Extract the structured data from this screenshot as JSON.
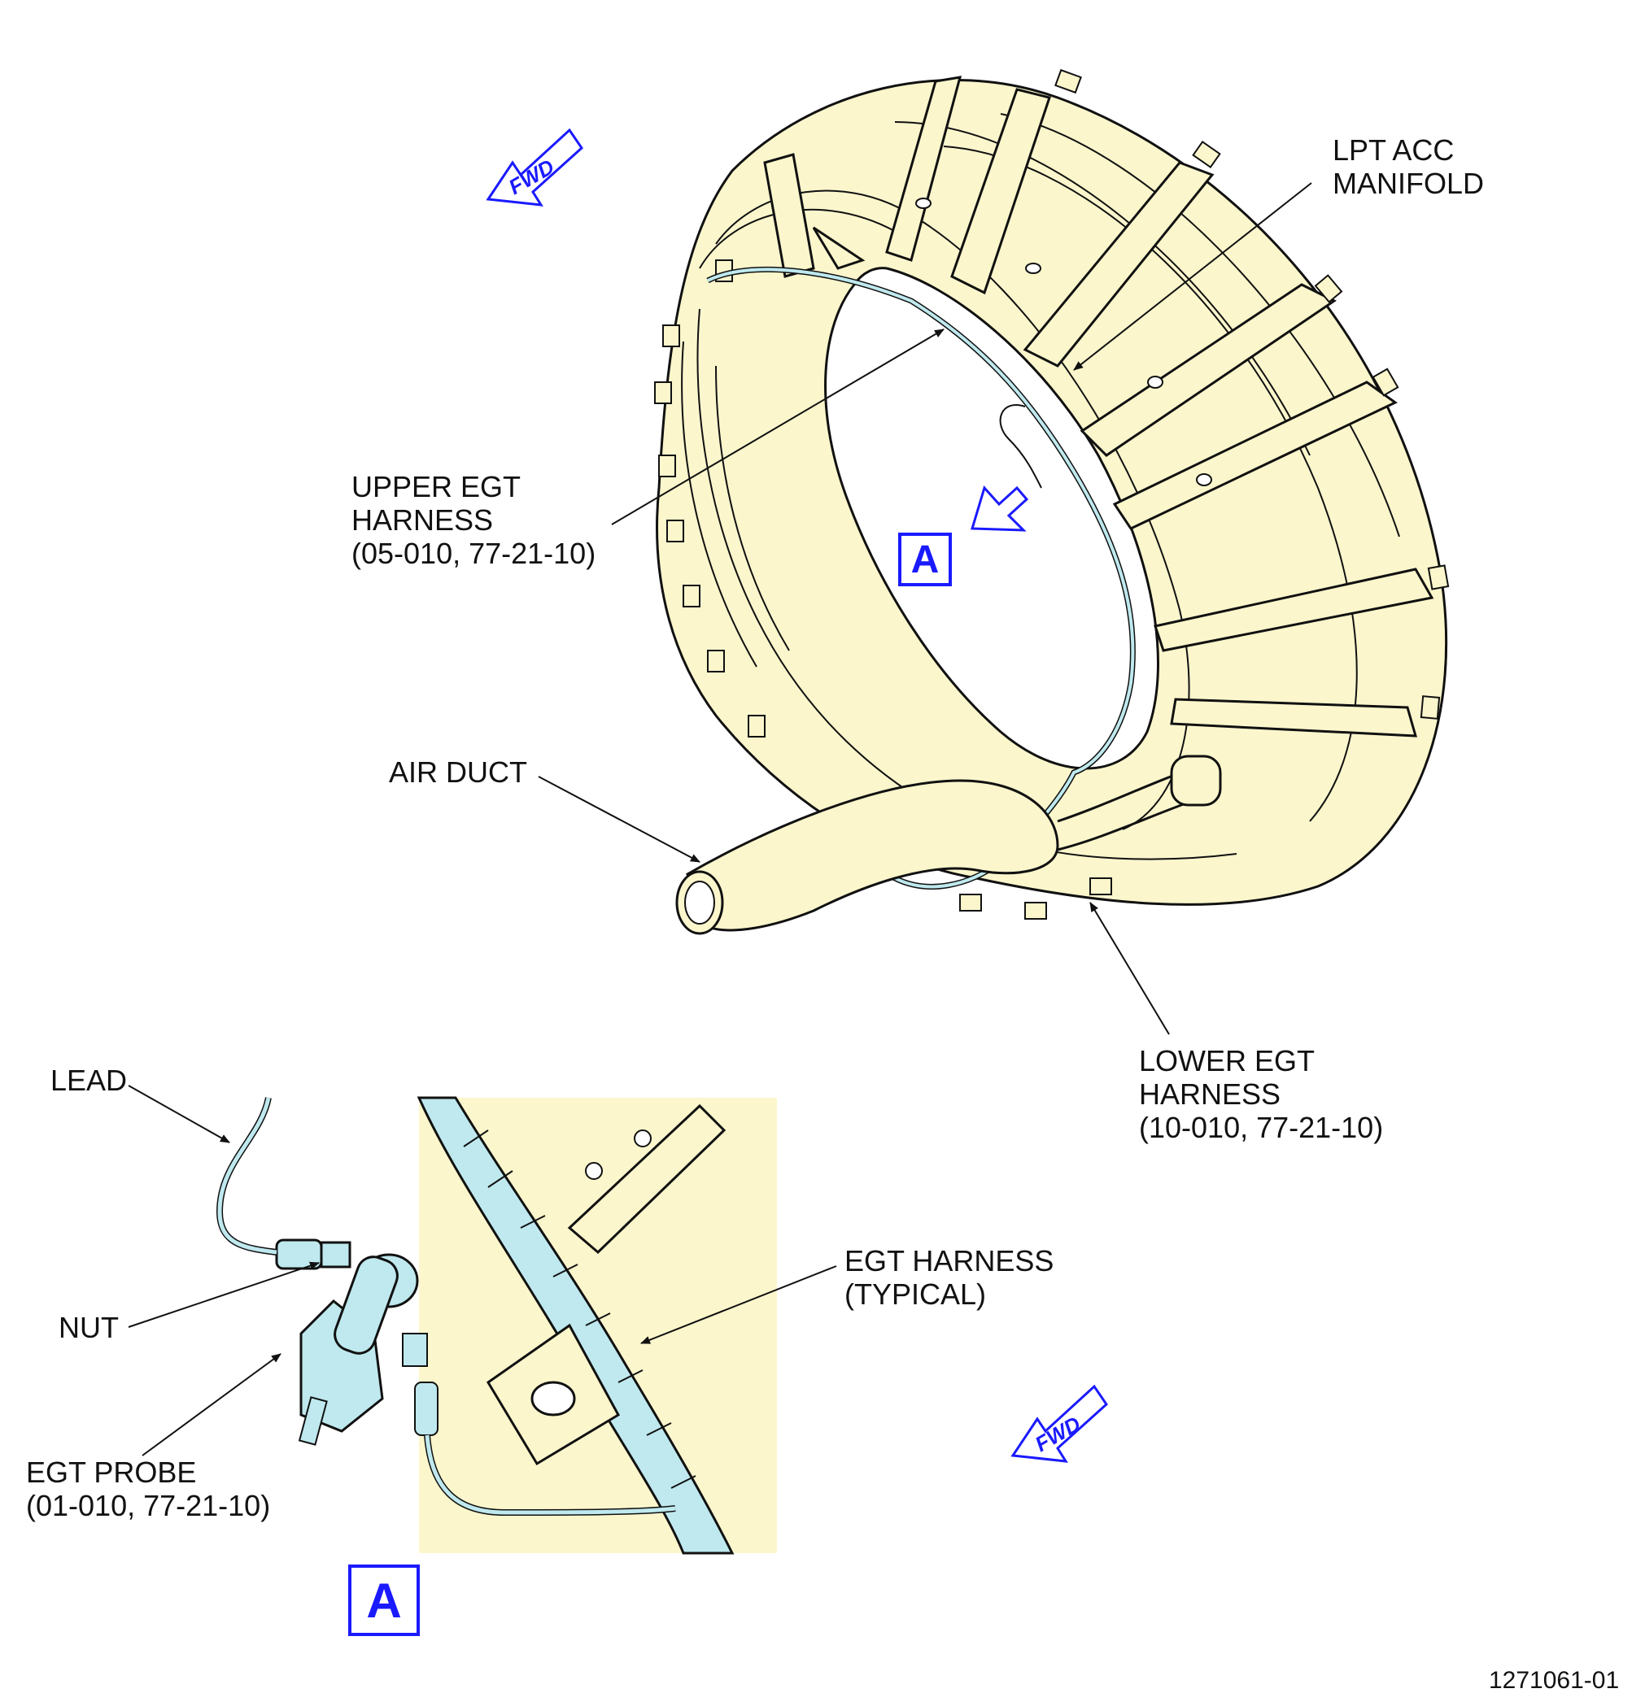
{
  "labels": {
    "lpt_acc_line1": "LPT ACC",
    "lpt_acc_line2": "MANIFOLD",
    "upper_egt_line1": "UPPER EGT",
    "upper_egt_line2": "HARNESS",
    "upper_egt_line3": "(05-010, 77-21-10)",
    "air_duct": "AIR DUCT",
    "lower_egt_line1": "LOWER EGT",
    "lower_egt_line2": "HARNESS",
    "lower_egt_line3": "(10-010, 77-21-10)",
    "lead": "LEAD",
    "nut": "NUT",
    "egt_probe_line1": "EGT PROBE",
    "egt_probe_line2": "(01-010, 77-21-10)",
    "egt_harness_line1": "EGT HARNESS",
    "egt_harness_line2": "(TYPICAL)"
  },
  "callouts": {
    "detail_a_marker": "A",
    "detail_a_title": "A"
  },
  "fwd_arrows": {
    "upper": "FWD",
    "lower": "FWD"
  },
  "figure_number": "1271061-01",
  "colors": {
    "part_fill": "#fbf6cc",
    "harness": "#bfe9ee",
    "callout": "#1a1aff",
    "line": "#111111"
  }
}
